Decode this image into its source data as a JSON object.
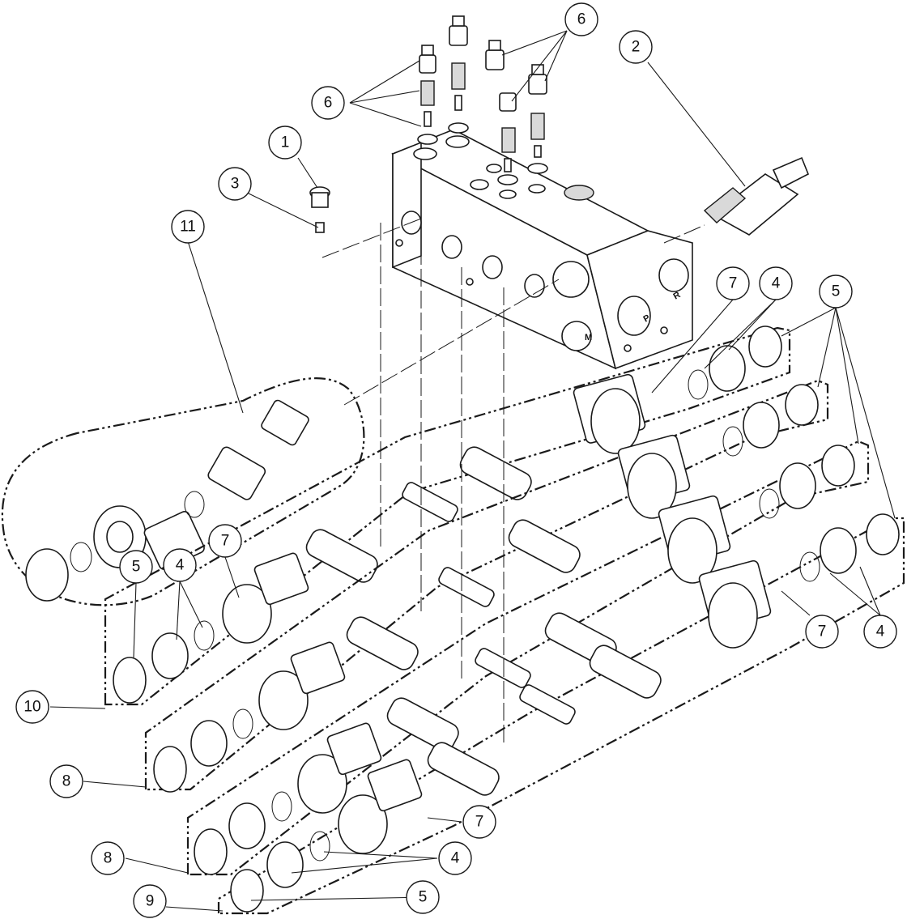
{
  "callouts": [
    {
      "label": "1"
    },
    {
      "label": "2"
    },
    {
      "label": "3"
    },
    {
      "label": "4"
    },
    {
      "label": "4"
    },
    {
      "label": "4"
    },
    {
      "label": "4"
    },
    {
      "label": "5"
    },
    {
      "label": "5"
    },
    {
      "label": "5"
    },
    {
      "label": "6"
    },
    {
      "label": "6"
    },
    {
      "label": "7"
    },
    {
      "label": "7"
    },
    {
      "label": "7"
    },
    {
      "label": "7"
    },
    {
      "label": "8"
    },
    {
      "label": "8"
    },
    {
      "label": "9"
    },
    {
      "label": "10"
    },
    {
      "label": "11"
    }
  ],
  "ports": {
    "p": "P",
    "r": "R",
    "m": "M"
  }
}
